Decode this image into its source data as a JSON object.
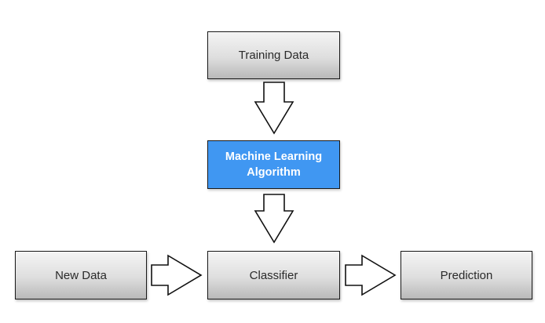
{
  "diagram": {
    "nodes": {
      "training_data": {
        "label": "Training Data"
      },
      "algorithm": {
        "label_line1": "Machine Learning",
        "label_line2": "Algorithm",
        "fill": "#4097f2",
        "text_color": "#ffffff"
      },
      "new_data": {
        "label": "New Data"
      },
      "classifier": {
        "label": "Classifier"
      },
      "prediction": {
        "label": "Prediction"
      }
    },
    "edges": [
      {
        "from": "Training Data",
        "to": "Machine Learning Algorithm",
        "style": "hollow-block-arrow"
      },
      {
        "from": "Machine Learning Algorithm",
        "to": "Classifier",
        "style": "hollow-block-arrow"
      },
      {
        "from": "New Data",
        "to": "Classifier",
        "style": "hollow-block-arrow"
      },
      {
        "from": "Classifier",
        "to": "Prediction",
        "style": "hollow-block-arrow"
      }
    ],
    "colors": {
      "box_border": "#1a1a1a",
      "box_gradient_top": "#f4f4f4",
      "box_gradient_bottom": "#b9b9b9",
      "arrow_fill": "#ffffff",
      "arrow_stroke": "#111111"
    }
  }
}
